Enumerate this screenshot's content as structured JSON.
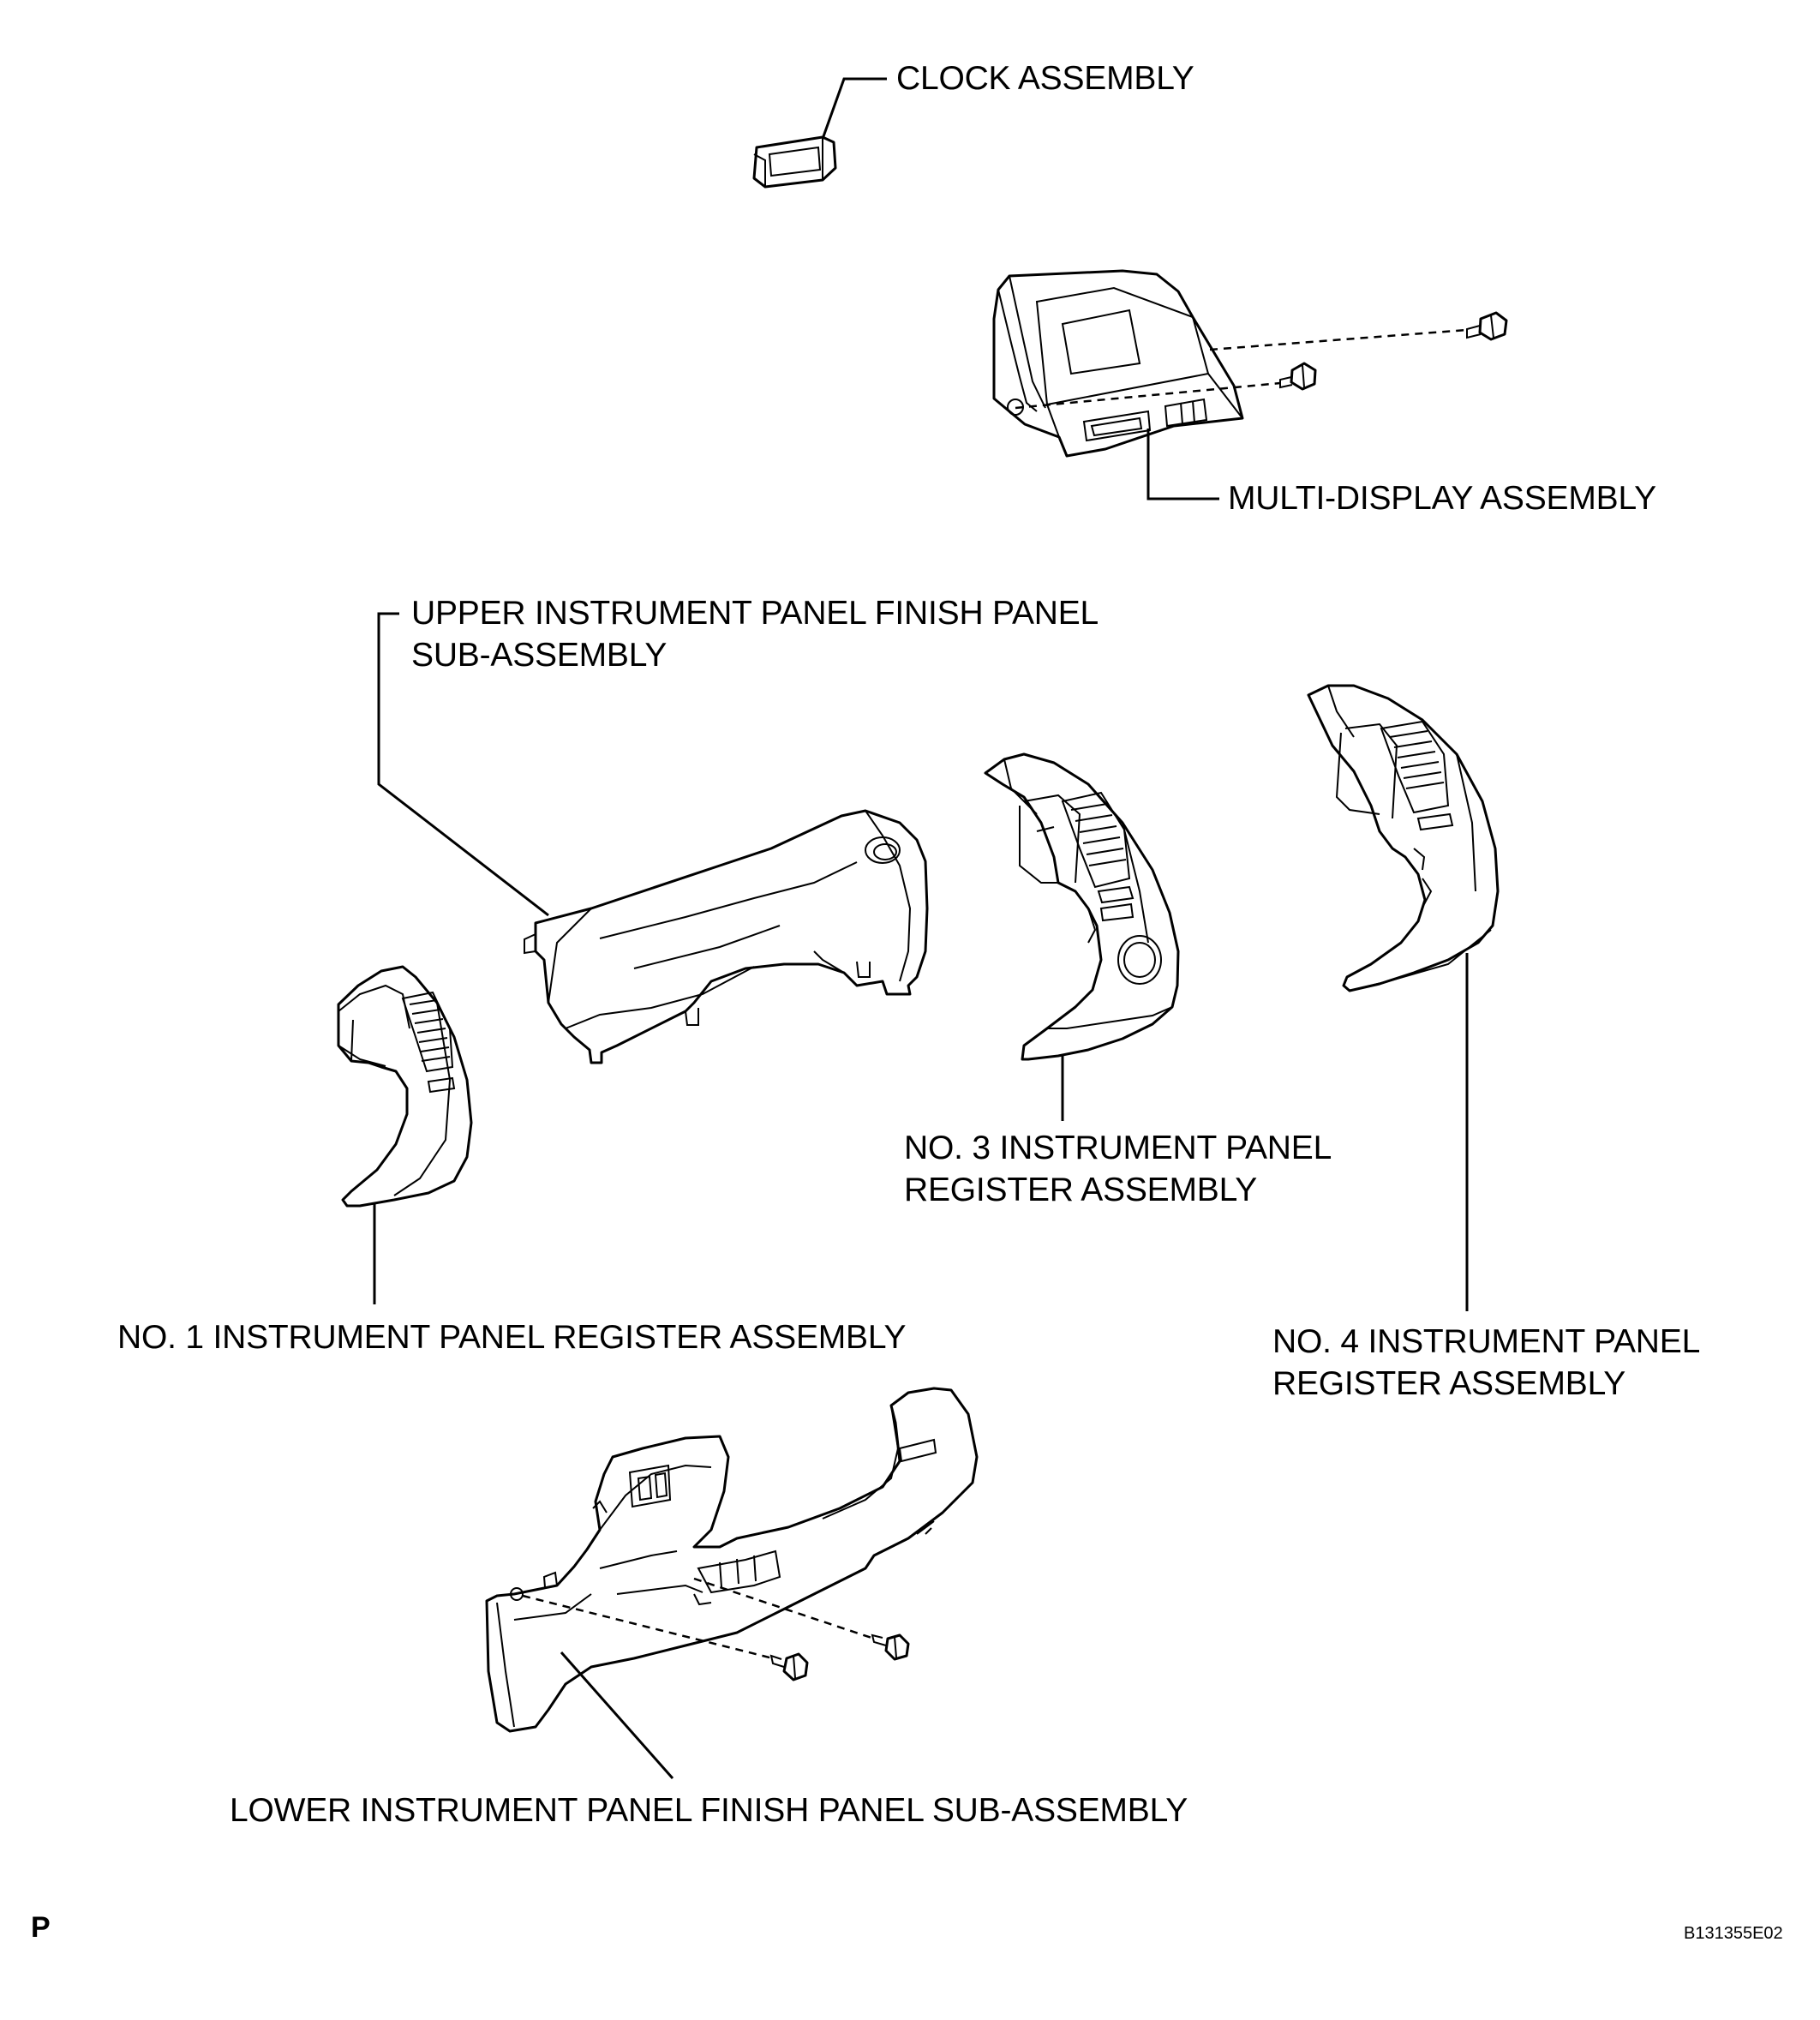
{
  "labels": {
    "clock": "CLOCK ASSEMBLY",
    "multi_display": "MULTI-DISPLAY ASSEMBLY",
    "upper_panel_line1": "UPPER INSTRUMENT PANEL FINISH PANEL",
    "upper_panel_line2": "SUB-ASSEMBLY",
    "no3_line1": "NO. 3 INSTRUMENT PANEL",
    "no3_line2": "REGISTER ASSEMBLY",
    "no1": "NO. 1 INSTRUMENT PANEL REGISTER ASSEMBLY",
    "no4_line1": "NO. 4 INSTRUMENT PANEL",
    "no4_line2": "REGISTER ASSEMBLY",
    "lower_panel": "LOWER INSTRUMENT PANEL FINISH PANEL SUB-ASSEMBLY"
  },
  "corner_mark": "P",
  "figure_code": "B131355E02"
}
